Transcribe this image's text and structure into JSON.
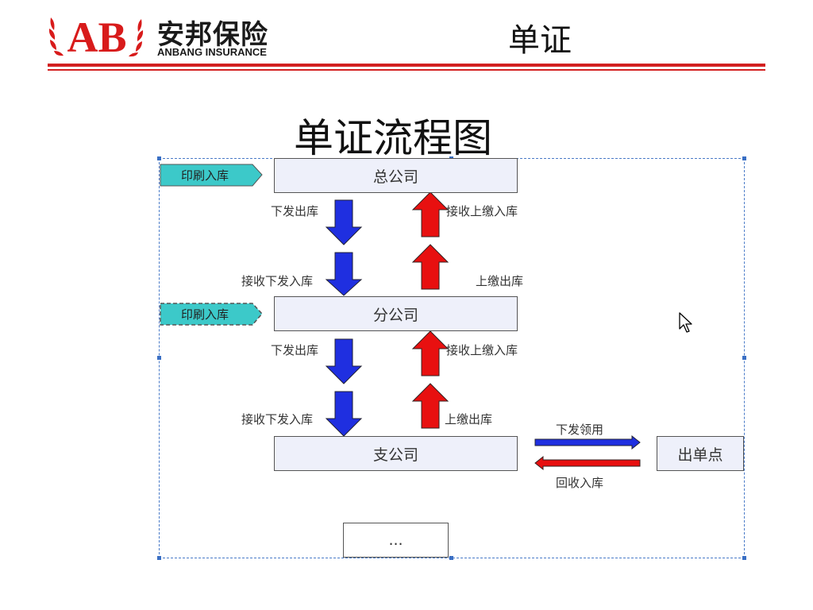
{
  "header": {
    "brand_cn": "安邦保险",
    "brand_en": "ANBANG INSURANCE",
    "logo_letters": "AB",
    "title": "单证"
  },
  "diagram": {
    "title": "单证流程图",
    "boxes": {
      "head_office": "总公司",
      "branch": "分公司",
      "sub_branch": "支公司",
      "issuing_point": "出单点",
      "more": "..."
    },
    "tags": {
      "print_in_top": "印刷入库",
      "print_in_mid": "印刷入库"
    },
    "labels": {
      "issue_out_1": "下发出库",
      "receive_up_in_1": "接收上缴入库",
      "receive_down_in_1": "接收下发入库",
      "up_out_1": "上缴出库",
      "issue_out_2": "下发出库",
      "receive_up_in_2": "接收上缴入库",
      "receive_down_in_2": "接收下发入库",
      "up_out_2": "上缴出库",
      "issue_use": "下发领用",
      "recycle_in": "回收入库"
    },
    "colors": {
      "down_arrow": "#1f2fe0",
      "up_arrow": "#e81010",
      "print_tag": "#3cc9c9",
      "box_fill": "#eef0fa",
      "rule": "#d32020"
    }
  }
}
